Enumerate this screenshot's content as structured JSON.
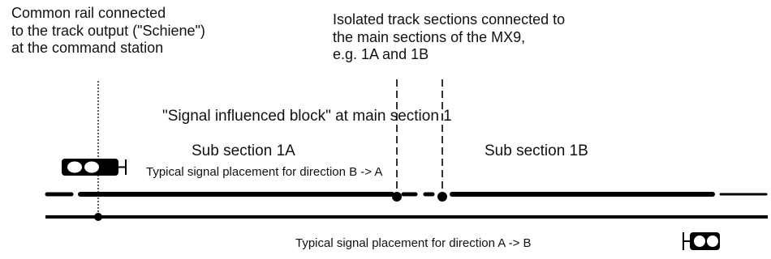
{
  "labels": {
    "common_rail": "Common rail connected\nto the track output (\"Schiene\")\nat the command station",
    "isolated_sections": "Isolated track sections connected to\nthe main sections of the MX9,\ne.g. 1A and 1B",
    "signal_block": "\"Signal influenced block\" at main section 1",
    "sub_1a": "Sub section 1A",
    "sub_1b": "Sub section 1B",
    "signal_b_to_a": "Typical signal placement for direction B -> A",
    "signal_a_to_b": "Typical signal placement for direction A -> B"
  },
  "colors": {
    "rail": "#000000",
    "signal_lamp": "#ffffff",
    "background": "#ffffff"
  }
}
